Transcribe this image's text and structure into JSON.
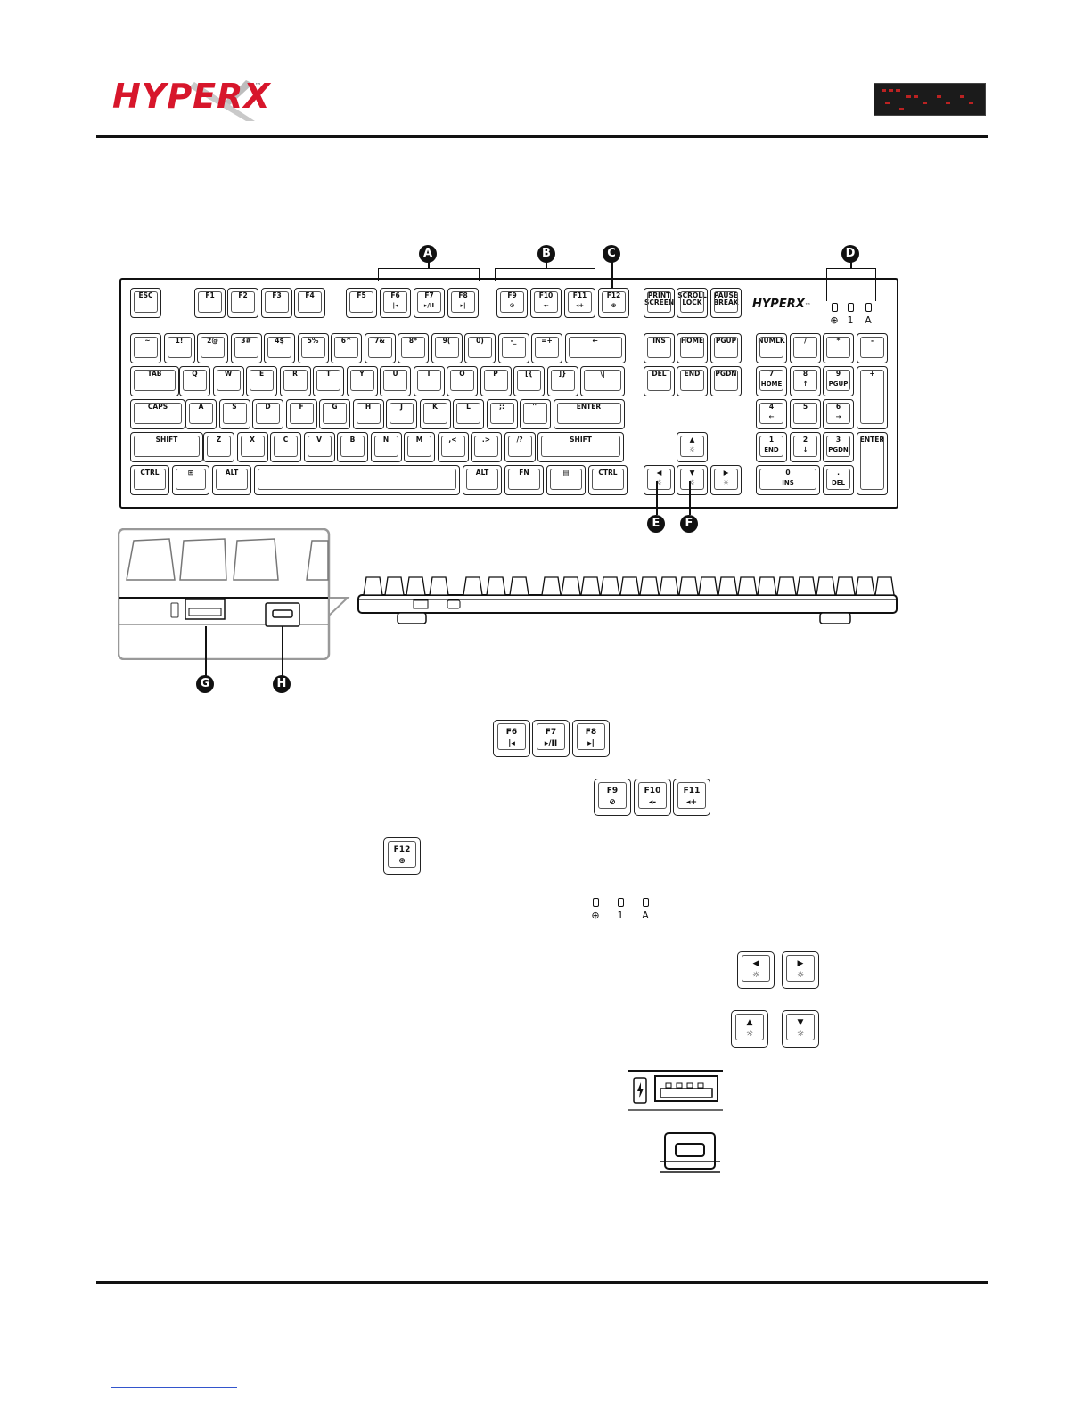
{
  "header": {
    "logo_text": "HYPERX",
    "logo_tm": "™"
  },
  "callouts": [
    "A",
    "B",
    "C",
    "D",
    "E",
    "F",
    "G",
    "H"
  ],
  "keyboard": {
    "logo_text": "HYPERX",
    "logo_tm": "™",
    "led_labels": [
      "⊕",
      "1",
      "A"
    ],
    "row_fn": [
      "ESC",
      "F1",
      "F2",
      "F3",
      "F4",
      "F5",
      "F6",
      "F7",
      "F8",
      "F9",
      "F10",
      "F11",
      "F12"
    ],
    "fn_icons": {
      "F6": "|◂",
      "F7": "▸/II",
      "F8": "▸|",
      "F9": "⊘",
      "F10": "◂-",
      "F11": "◂+",
      "F12": "⊕"
    },
    "nav_top": [
      "PRINT SCREEN",
      "SCROLL LOCK",
      "PAUSE BREAK"
    ],
    "row_num": [
      "`~",
      "1!",
      "2@",
      "3#",
      "4$",
      "5%",
      "6^",
      "7&",
      "8*",
      "9(",
      "0)",
      "-_",
      "=+",
      "←"
    ],
    "nav_mid": [
      "INS",
      "HOME",
      "PGUP"
    ],
    "numpad_top": [
      "NUMLK",
      "/",
      "*",
      "-"
    ],
    "row_q": [
      "TAB",
      "Q",
      "W",
      "E",
      "R",
      "T",
      "Y",
      "U",
      "I",
      "O",
      "P",
      "[{",
      "]}",
      "\\|"
    ],
    "nav_low": [
      "DEL",
      "END",
      "PGDN"
    ],
    "numpad_q": [
      "7",
      "8",
      "9",
      "+"
    ],
    "numpad_q_sub": [
      "HOME",
      "↑",
      "PGUP",
      ""
    ],
    "row_a": [
      "CAPS",
      "A",
      "S",
      "D",
      "F",
      "G",
      "H",
      "J",
      "K",
      "L",
      ";:",
      "'\"",
      "ENTER"
    ],
    "numpad_a": [
      "4",
      "5",
      "6"
    ],
    "numpad_a_sub": [
      "←",
      "",
      "→"
    ],
    "row_z": [
      "SHIFT",
      "Z",
      "X",
      "C",
      "V",
      "B",
      "N",
      "M",
      ",<",
      ".>",
      "/?",
      "SHIFT"
    ],
    "numpad_z": [
      "1",
      "2",
      "3",
      "ENTER"
    ],
    "numpad_z_sub": [
      "END",
      "↓",
      "PGDN",
      ""
    ],
    "row_space": [
      "CTRL",
      "⊞",
      "ALT",
      "",
      "ALT",
      "FN",
      "▤",
      "CTRL"
    ],
    "numpad_sp": [
      "0",
      "."
    ],
    "numpad_sp_sub": [
      "INS",
      "DEL"
    ],
    "arrows": [
      "▲",
      "◀",
      "▼",
      "▶"
    ]
  },
  "legend_keys": {
    "a": [
      {
        "label": "F6",
        "icon": "|◂"
      },
      {
        "label": "F7",
        "icon": "▸/II"
      },
      {
        "label": "F8",
        "icon": "▸|"
      }
    ],
    "b": [
      {
        "label": "F9",
        "icon": "⊘"
      },
      {
        "label": "F10",
        "icon": "◂-"
      },
      {
        "label": "F11",
        "icon": "◂+"
      }
    ],
    "c": [
      {
        "label": "F12",
        "icon": "⊕"
      }
    ],
    "d": [
      "⊕",
      "1",
      "A"
    ],
    "e": [
      {
        "label": "◀",
        "icon": "☼"
      },
      {
        "label": "▶",
        "icon": "☼"
      }
    ],
    "f": [
      {
        "label": "▲",
        "icon": "☼"
      },
      {
        "label": "▼",
        "icon": "☼"
      }
    ]
  }
}
